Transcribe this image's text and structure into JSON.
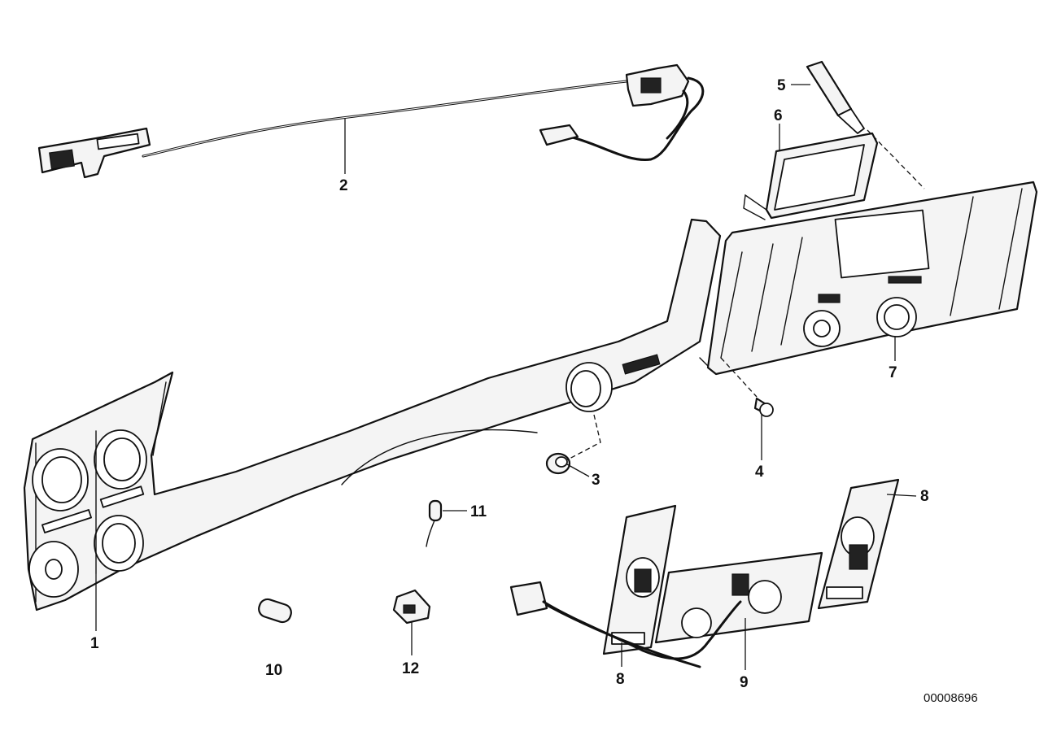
{
  "diagram": {
    "reference_number": "00008696",
    "callouts": [
      {
        "id": "c1",
        "label": "1"
      },
      {
        "id": "c2",
        "label": "2"
      },
      {
        "id": "c3",
        "label": "3"
      },
      {
        "id": "c4",
        "label": "4"
      },
      {
        "id": "c5",
        "label": "5"
      },
      {
        "id": "c6",
        "label": "6"
      },
      {
        "id": "c7",
        "label": "7"
      },
      {
        "id": "c8a",
        "label": "8"
      },
      {
        "id": "c8b",
        "label": "8"
      },
      {
        "id": "c9",
        "label": "9"
      },
      {
        "id": "c10",
        "label": "10"
      },
      {
        "id": "c11",
        "label": "11"
      },
      {
        "id": "c12",
        "label": "12"
      }
    ]
  }
}
